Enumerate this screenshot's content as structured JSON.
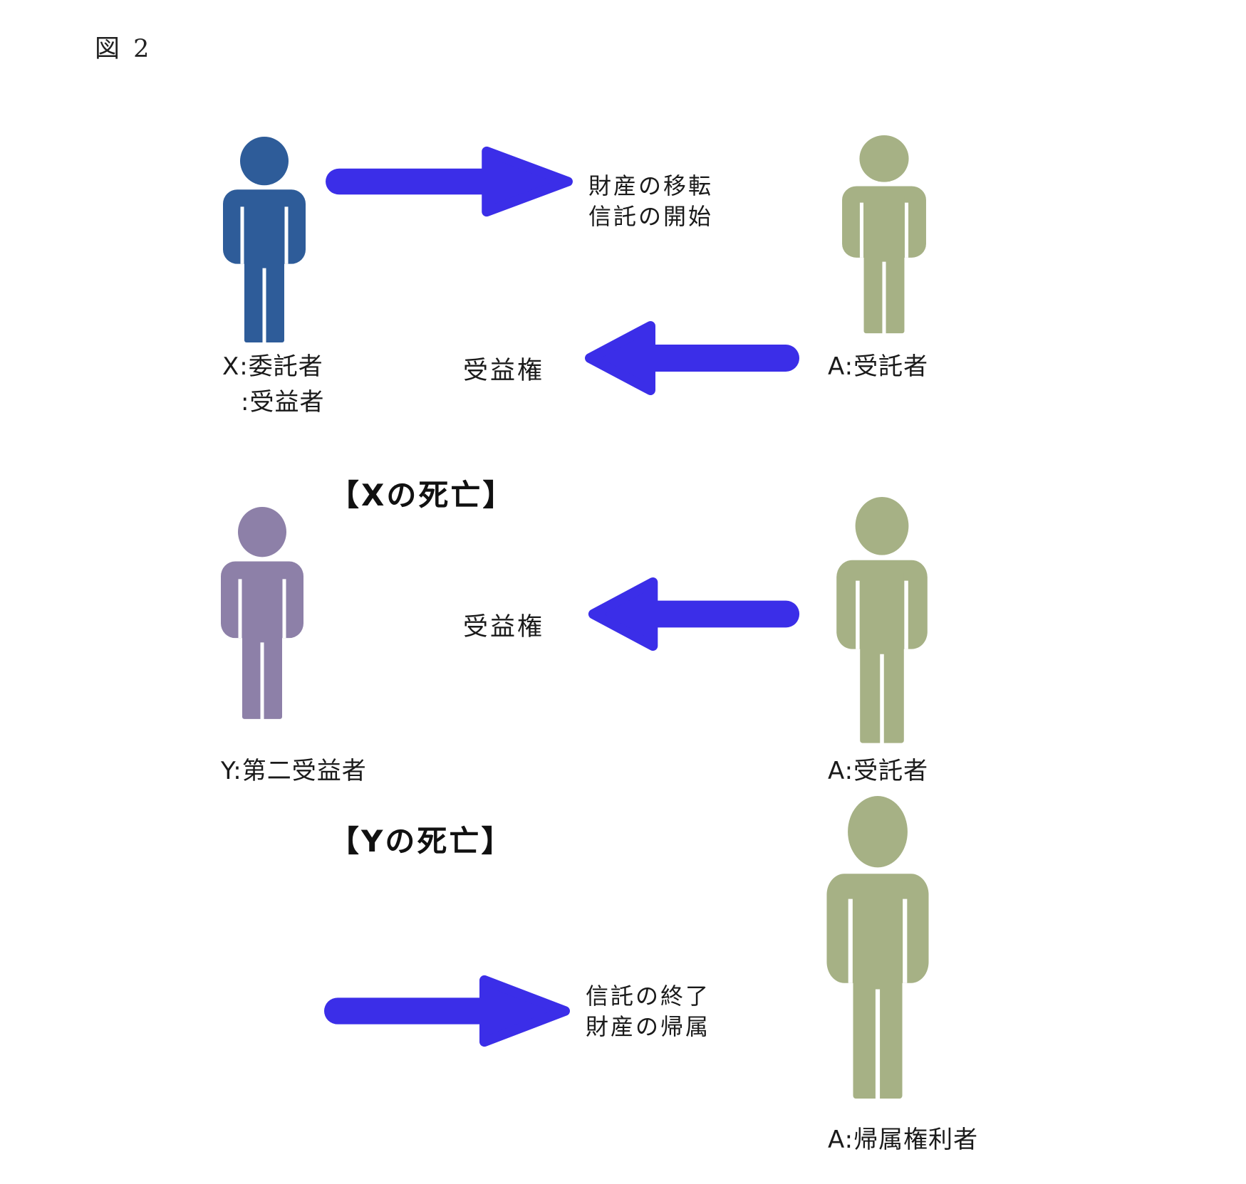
{
  "title": "図 2",
  "colors": {
    "arrow": "#3B2EE8",
    "person_blue": "#2E5C99",
    "person_green": "#A6B185",
    "person_purple": "#8D80A8",
    "text": "#1A1A1A"
  },
  "section1": {
    "person_x_label_line1": "X:委託者",
    "person_x_label_line2": ":受益者",
    "person_a_label": "A:受託者",
    "forward_arrow_line1": "財産の移転",
    "forward_arrow_line2": "信託の開始",
    "return_arrow_label": "受益権"
  },
  "heading_x_death": "【Xの死亡】",
  "section2": {
    "person_y_label": "Y:第二受益者",
    "person_a_label": "A:受託者",
    "return_arrow_label": "受益権"
  },
  "heading_y_death": "【Yの死亡】",
  "section3": {
    "forward_arrow_line1": "信託の終了",
    "forward_arrow_line2": "財産の帰属",
    "person_a_label": "A:帰属権利者"
  }
}
